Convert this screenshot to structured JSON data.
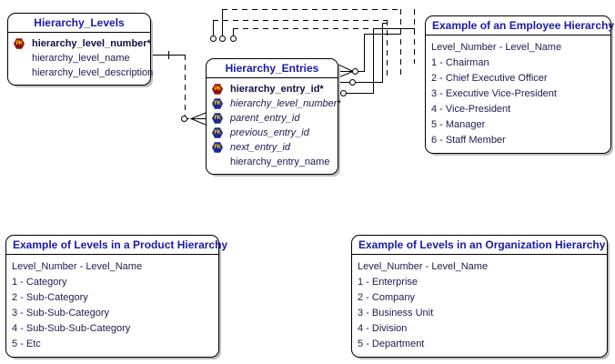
{
  "diagram": {
    "title": "Hierarchy data model ER diagram",
    "accent_color": "#1a1aa8",
    "text_color": "#1b1b4f",
    "pk_badge_color": "#8f1007",
    "fk_badge_color": "#1b2a8f",
    "badge_glyph_color": "#ffd700",
    "shadow_color": "#bdbdbd"
  },
  "entities": [
    {
      "id": "hierarchy_levels",
      "name": "Hierarchy_Levels",
      "attributes": [
        {
          "key": "PK",
          "name": "hierarchy_level_number*",
          "style": "pk"
        },
        {
          "key": "",
          "name": "hierarchy_level_name",
          "style": "plain"
        },
        {
          "key": "",
          "name": "hierarchy_level_description",
          "style": "plain"
        }
      ]
    },
    {
      "id": "hierarchy_entries",
      "name": "Hierarchy_Entries",
      "attributes": [
        {
          "key": "PK",
          "name": "hierarchy_entry_id*",
          "style": "pk"
        },
        {
          "key": "FK",
          "name": "hierarchy_level_number*",
          "style": "fk"
        },
        {
          "key": "FK",
          "name": "parent_entry_id",
          "style": "fk"
        },
        {
          "key": "FK",
          "name": "previous_entry_id",
          "style": "fk"
        },
        {
          "key": "FK",
          "name": "next_entry_id",
          "style": "fk"
        },
        {
          "key": "",
          "name": "hierarchy_entry_name",
          "style": "plain"
        }
      ]
    }
  ],
  "notes": [
    {
      "id": "employee_hierarchy",
      "title": "Example of an Employee Hierarchy",
      "header": "Level_Number - Level_Name",
      "lines": [
        "1 - Chairman",
        "2 - Chief Executive Officer",
        "3 - Executive Vice-President",
        "4 - Vice-President",
        "5 - Manager",
        "6 - Staff Member"
      ]
    },
    {
      "id": "product_hierarchy",
      "title": "Example of Levels in a Product Hierarchy",
      "header": "Level_Number - Level_Name",
      "lines": [
        "1 - Category",
        "2 - Sub-Category",
        "3 - Sub-Sub-Category",
        "4 - Sub-Sub-Sub-Category",
        "5 - Etc"
      ]
    },
    {
      "id": "organization_hierarchy",
      "title": "Example of Levels in an Organization Hierarchy",
      "header": "Level_Number - Level_Name",
      "lines": [
        "1 - Enterprise",
        "2 - Company",
        "3 - Business Unit",
        "4 - Division",
        "5 - Department"
      ]
    }
  ],
  "relationships": [
    {
      "id": "level-to-entries",
      "from": "hierarchy_levels",
      "to": "hierarchy_entries",
      "from_cardinality": "one",
      "to_cardinality": "zero-or-many",
      "line_style": "dashed"
    },
    {
      "id": "parent-self",
      "from": "hierarchy_entries",
      "to": "hierarchy_entries",
      "from_cardinality": "zero-or-one",
      "to_cardinality": "zero-or-many",
      "line_style": "dashed"
    },
    {
      "id": "previous-self",
      "from": "hierarchy_entries",
      "to": "hierarchy_entries",
      "from_cardinality": "zero-or-one",
      "to_cardinality": "zero-or-one",
      "line_style": "dashed"
    },
    {
      "id": "next-self",
      "from": "hierarchy_entries",
      "to": "hierarchy_entries",
      "from_cardinality": "zero-or-one",
      "to_cardinality": "zero-or-one",
      "line_style": "dashed"
    }
  ]
}
